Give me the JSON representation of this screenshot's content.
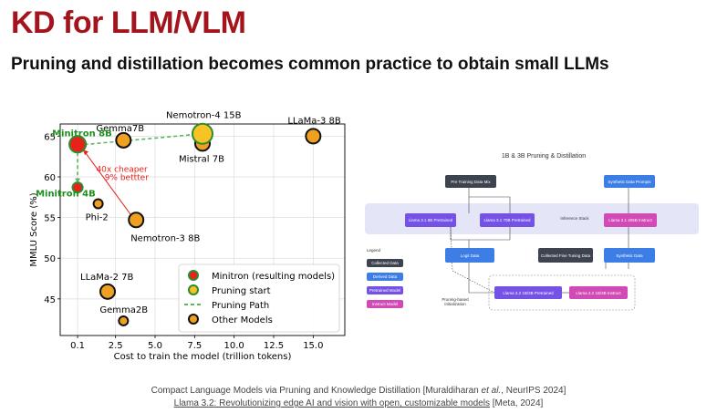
{
  "header": {
    "title": "KD for LLM/VLM",
    "subtitle": "Pruning and distillation becomes common practice to obtain small LLMs"
  },
  "chart_data": {
    "type": "scatter",
    "xlabel": "Cost to train the model (trillion tokens)",
    "ylabel": "MMLU Score (%)",
    "xlim": [
      -1.0,
      17.0
    ],
    "ylim": [
      40.5,
      66.5
    ],
    "xticks": [
      0.1,
      2.5,
      5.0,
      7.5,
      10.0,
      12.5,
      15.0
    ],
    "xtick_labels": [
      "0.1",
      "2.5",
      "5.0",
      "7.5",
      "10.0",
      "12.5",
      "15.0"
    ],
    "yticks": [
      45,
      50,
      55,
      60,
      65
    ],
    "grid": true,
    "series": [
      {
        "name": "Minitron (resulting models)",
        "color": "#e8221b",
        "edge": "#2e8b2e",
        "points": [
          {
            "label": "Minitron 8B",
            "x": 0.1,
            "y": 64.0
          },
          {
            "label": "Minitron 4B",
            "x": 0.1,
            "y": 58.7
          }
        ]
      },
      {
        "name": "Pruning start",
        "color": "#f7c325",
        "edge": "#2e8b2e",
        "points": [
          {
            "label": "Nemotron-4 15B",
            "x": 8.0,
            "y": 65.3
          }
        ]
      },
      {
        "name": "Other Models",
        "color": "#f0a020",
        "edge": "#111111",
        "points": [
          {
            "label": "Gemma7B",
            "x": 3.0,
            "y": 64.5
          },
          {
            "label": "Mistral 7B",
            "x": 8.0,
            "y": 64.1
          },
          {
            "label": "LLaMa-3 8B",
            "x": 15.0,
            "y": 65.0
          },
          {
            "label": "Phi-2",
            "x": 1.4,
            "y": 56.7
          },
          {
            "label": "Nemotron-3 8B",
            "x": 3.8,
            "y": 54.7
          },
          {
            "label": "LLaMa-2 7B",
            "x": 2.0,
            "y": 45.9
          },
          {
            "label": "Gemma2B",
            "x": 3.0,
            "y": 42.3
          }
        ]
      }
    ],
    "pruning_path": {
      "name": "Pruning Path",
      "color": "#5cb85c",
      "from": [
        8.0,
        65.3
      ],
      "to": [
        0.1,
        64.0
      ],
      "to2": [
        0.1,
        58.7
      ]
    },
    "annotation": {
      "text_1": "40x cheaper",
      "text_2": "9% bettter",
      "color": "#e8221b",
      "from": [
        3.8,
        54.7
      ],
      "to": [
        0.1,
        64.0
      ]
    },
    "legend_position": "lower-right"
  },
  "diagram": {
    "title": "1B & 3B Pruning & Distillation",
    "boxes": {
      "pretraining_mix": "Pre Training Data Mix",
      "synthetic_prompts": "Synthetic Data Prompts",
      "llama_8b": "Llama 3.1 8B Pretrained",
      "llama_70b": "Llama 3.1 70B Pretrained",
      "inference_stack": "Inference Stack",
      "llama_405b": "Llama 3.1 405B Instruct",
      "logit_data": "Logit Data",
      "fine_tuning_data": "Collected Fine Tuning Data",
      "synthetic_data": "Synthetic Data",
      "llama32_pretrained": "Llama 3.2 1B/3B Pretrained",
      "llama32_instruct": "Llama 3.2 1B/3B Instruct",
      "pruning_init": "Pruning-based Initialization"
    },
    "legend": {
      "title": "Legend",
      "collected": "Collected Data",
      "derived": "Derived Data",
      "pretrained": "Pretrained Model",
      "instruct": "Instruct Model"
    }
  },
  "references": {
    "ref1_pre": "Compact Language Models via Pruning and Knowledge Distillation [Muraldiharan ",
    "ref1_italic": "et al.",
    "ref1_post": ", NeurIPS 2024]",
    "ref2_link": "Llama 3.2: Revolutionizing edge AI and vision with open, customizable models",
    "ref2_post": " [Meta, 2024]"
  }
}
